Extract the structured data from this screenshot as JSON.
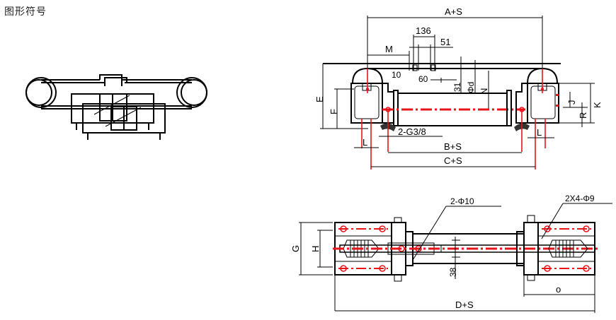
{
  "title": "图形符号",
  "colors": {
    "line": "#000000",
    "centerline": "#e8141b",
    "background": "#ffffff"
  },
  "symbol": {
    "name": "graphic-symbol-cylinder-belt"
  },
  "front_view": {
    "labels": {
      "a_plus_s": "A+S",
      "dim_136": "136",
      "dim_51": "51",
      "m": "M",
      "dim_10": "10",
      "dim_60": "60",
      "dim_31": "31",
      "phi_d": "Φd",
      "n": "N",
      "e": "E",
      "f": "F",
      "j": "J",
      "r": "R",
      "k": "K",
      "l_left": "L",
      "l_right": "L",
      "port": "2-G3/8",
      "b_plus_s": "B+S",
      "c_plus_s": "C+S"
    }
  },
  "top_view": {
    "labels": {
      "holes_10": "2-Φ10",
      "holes_9": "2X4-Φ9",
      "g": "G",
      "h": "H",
      "dim_38": "38",
      "o": "o",
      "d_plus_s": "D+S"
    }
  }
}
